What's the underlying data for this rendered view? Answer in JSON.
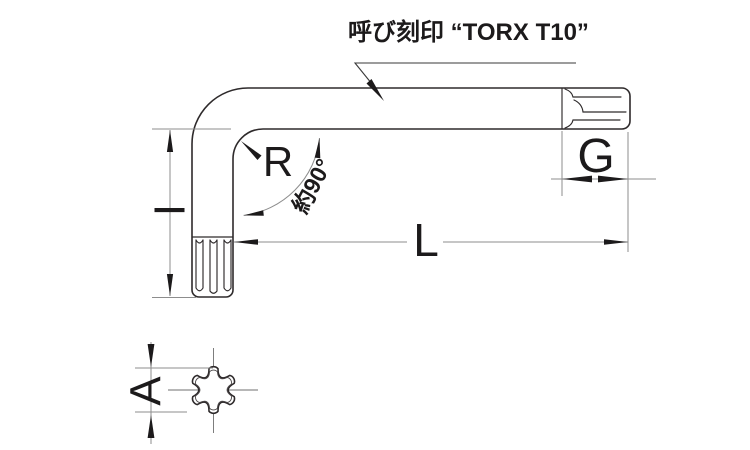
{
  "drawing": {
    "callout": "呼び刻印 “TORX T10”",
    "dims": {
      "radius": "R",
      "angle": "約90°",
      "short_arm": "I",
      "length": "L",
      "tip": "G",
      "across_lobes": "A"
    },
    "colors": {
      "outline": "#2e2a2b",
      "dimension_line": "#8d8d8d",
      "text": "#1c1a1b",
      "background": "#ffffff"
    }
  }
}
